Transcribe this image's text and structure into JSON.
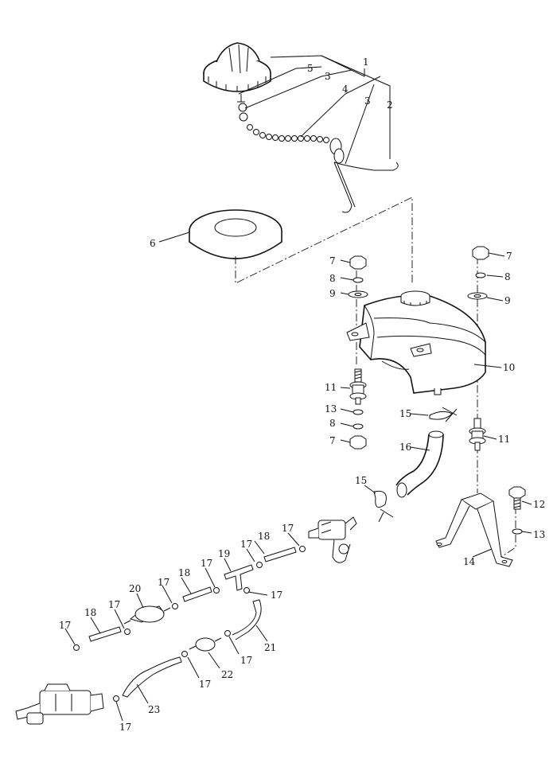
{
  "labels": {
    "l1": "1",
    "l2": "2",
    "l3a": "3",
    "l3b": "3",
    "l4": "4",
    "l5": "5",
    "l6": "6",
    "l7a": "7",
    "l7b": "7",
    "l7c": "7",
    "l8a": "8",
    "l8b": "8",
    "l8c": "8",
    "l9a": "9",
    "l9b": "9",
    "l10": "10",
    "l11a": "11",
    "l11b": "11",
    "l12": "12",
    "l13a": "13",
    "l13b": "13",
    "l14": "14",
    "l15a": "15",
    "l15b": "15",
    "l16": "16",
    "l17a": "17",
    "l17b": "17",
    "l17c": "17",
    "l17d": "17",
    "l17e": "17",
    "l17f": "17",
    "l17g": "17",
    "l17h": "17",
    "l17i": "17",
    "l17j": "17",
    "l18a": "18",
    "l18b": "18",
    "l18c": "18",
    "l19": "19",
    "l20": "20",
    "l21": "21",
    "l22": "22",
    "l23": "23"
  }
}
